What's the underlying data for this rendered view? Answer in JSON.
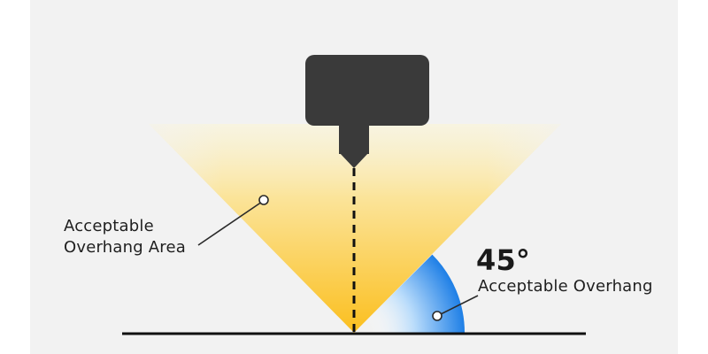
{
  "labels": {
    "area_line1": "Acceptable",
    "area_line2": "Overhang Area",
    "angle": "45°",
    "overhang": "Acceptable Overhang"
  },
  "colors": {
    "cone_top": "#fbf3c8",
    "cone_bottom": "#fbc02d",
    "nozzle": "#3a3a3a",
    "arc_blue": "#1e88e5",
    "line": "#111111",
    "background": "#f2f2f2"
  },
  "icons": [
    "nozzle-icon",
    "angle-arc-icon"
  ]
}
